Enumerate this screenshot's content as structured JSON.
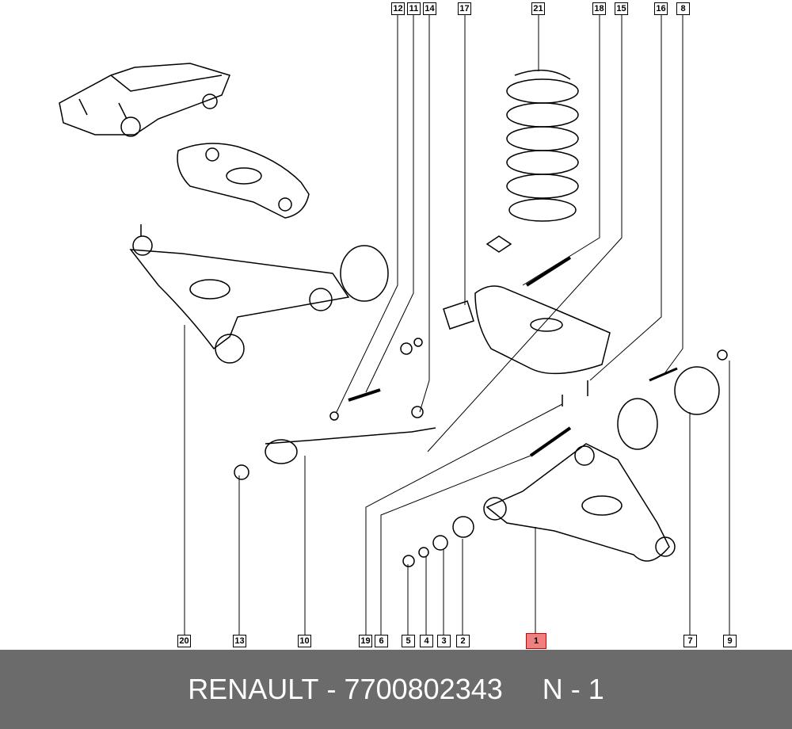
{
  "callouts_top": [
    "12",
    "11",
    "14",
    "17",
    "21",
    "18",
    "15",
    "16",
    "8"
  ],
  "callouts_bottom": [
    "20",
    "13",
    "10",
    "19",
    "6",
    "5",
    "4",
    "3",
    "2",
    "1",
    "7",
    "9"
  ],
  "selected_part": "1",
  "footer": {
    "brand": "RENAULT",
    "separator": " - ",
    "part_number": "7700802343",
    "gap": "     ",
    "quantity": "N - 1"
  },
  "colors": {
    "highlight": "#f08080",
    "footer_bg": "#6b6b6b"
  }
}
